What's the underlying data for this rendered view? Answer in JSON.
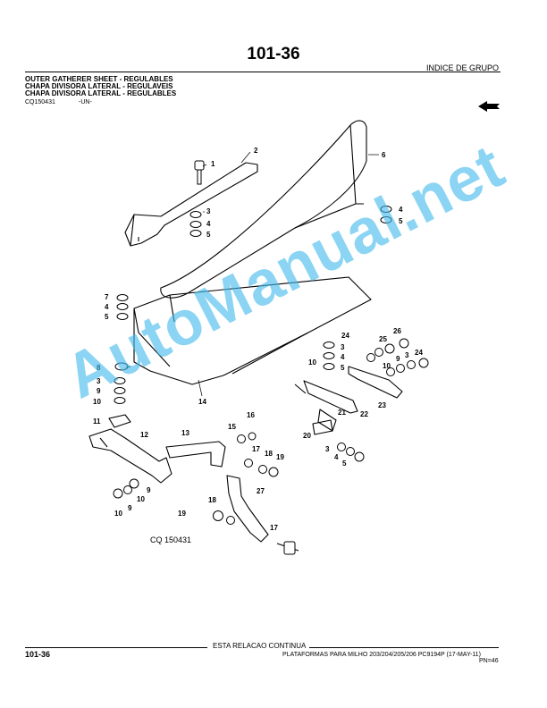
{
  "header": {
    "page_number": "101-36",
    "group_index": "INDICE DE GRUPO",
    "titles": [
      "OUTER GATHERER SHEET - REGULABLES",
      "CHAPA DIVISORA LATERAL - REGULAVEIS",
      "CHAPA DIVISORA LATERAL - REGULABLES"
    ],
    "ref_code": "CQ150431",
    "quantity_label": "-UN-"
  },
  "drawing": {
    "figure_code": "CQ 150431",
    "callouts": [
      "1",
      "2",
      "3",
      "4",
      "5",
      "6",
      "7",
      "4",
      "5",
      "8",
      "3",
      "9",
      "10",
      "11",
      "12",
      "13",
      "14",
      "15",
      "16",
      "17",
      "18",
      "19",
      "24",
      "3",
      "4",
      "5",
      "26",
      "25",
      "10",
      "9",
      "3",
      "24",
      "10",
      "22",
      "21",
      "23",
      "20",
      "3",
      "4",
      "5",
      "4",
      "5",
      "9",
      "10",
      "9",
      "10",
      "18",
      "27",
      "19",
      "17"
    ]
  },
  "watermark": "AutoManual.net",
  "footer": {
    "continues": "ESTA RELACAO CONTINUA",
    "page_number": "101-36",
    "description": "PLATAFORMAS PARA MILHO 203/204/205/206   PC9194P   (17-MAY-11)",
    "pn": "PN=46"
  }
}
